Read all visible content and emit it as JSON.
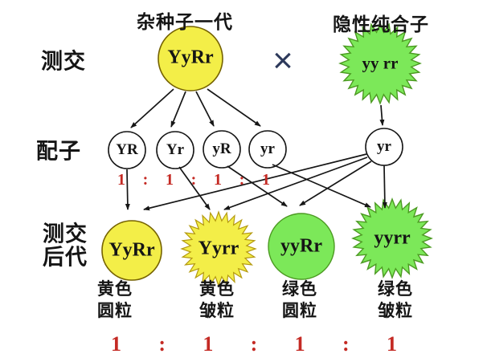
{
  "colors": {
    "yellow": "#f3ee48",
    "green": "#7ce859",
    "ratio_red": "#c42a24",
    "cross_navy": "#2e3a5c",
    "line_black": "#161616",
    "gamete_white": "#ffffff"
  },
  "header": {
    "f1_title": "杂种子一代",
    "recessive_title": "隐性纯合子",
    "cross_symbol": "×"
  },
  "row_labels": {
    "testcross": "测交",
    "gametes": "配子",
    "offspring_line1": "测交",
    "offspring_line2": "后代"
  },
  "parents": {
    "f1_genotype": "YyRr",
    "recessive_genotype": "yy rr"
  },
  "gametes": {
    "items": [
      "YR",
      "Yr",
      "yR",
      "yr"
    ],
    "right_item": "yr",
    "ratio": [
      "1",
      ":",
      "1",
      ":",
      "1",
      ":",
      "1"
    ]
  },
  "offspring": [
    {
      "genotype": "YyRr",
      "phenotype_color": "黄色",
      "phenotype_shape": "圆粒"
    },
    {
      "genotype": "Yyrr",
      "phenotype_color": "黄色",
      "phenotype_shape": "皱粒"
    },
    {
      "genotype": "yyRr",
      "phenotype_color": "绿色",
      "phenotype_shape": "圆粒"
    },
    {
      "genotype": "yyrr",
      "phenotype_color": "绿色",
      "phenotype_shape": "皱粒"
    }
  ],
  "offspring_ratio": [
    "1",
    ":",
    "1",
    ":",
    "1",
    ":",
    "1"
  ]
}
